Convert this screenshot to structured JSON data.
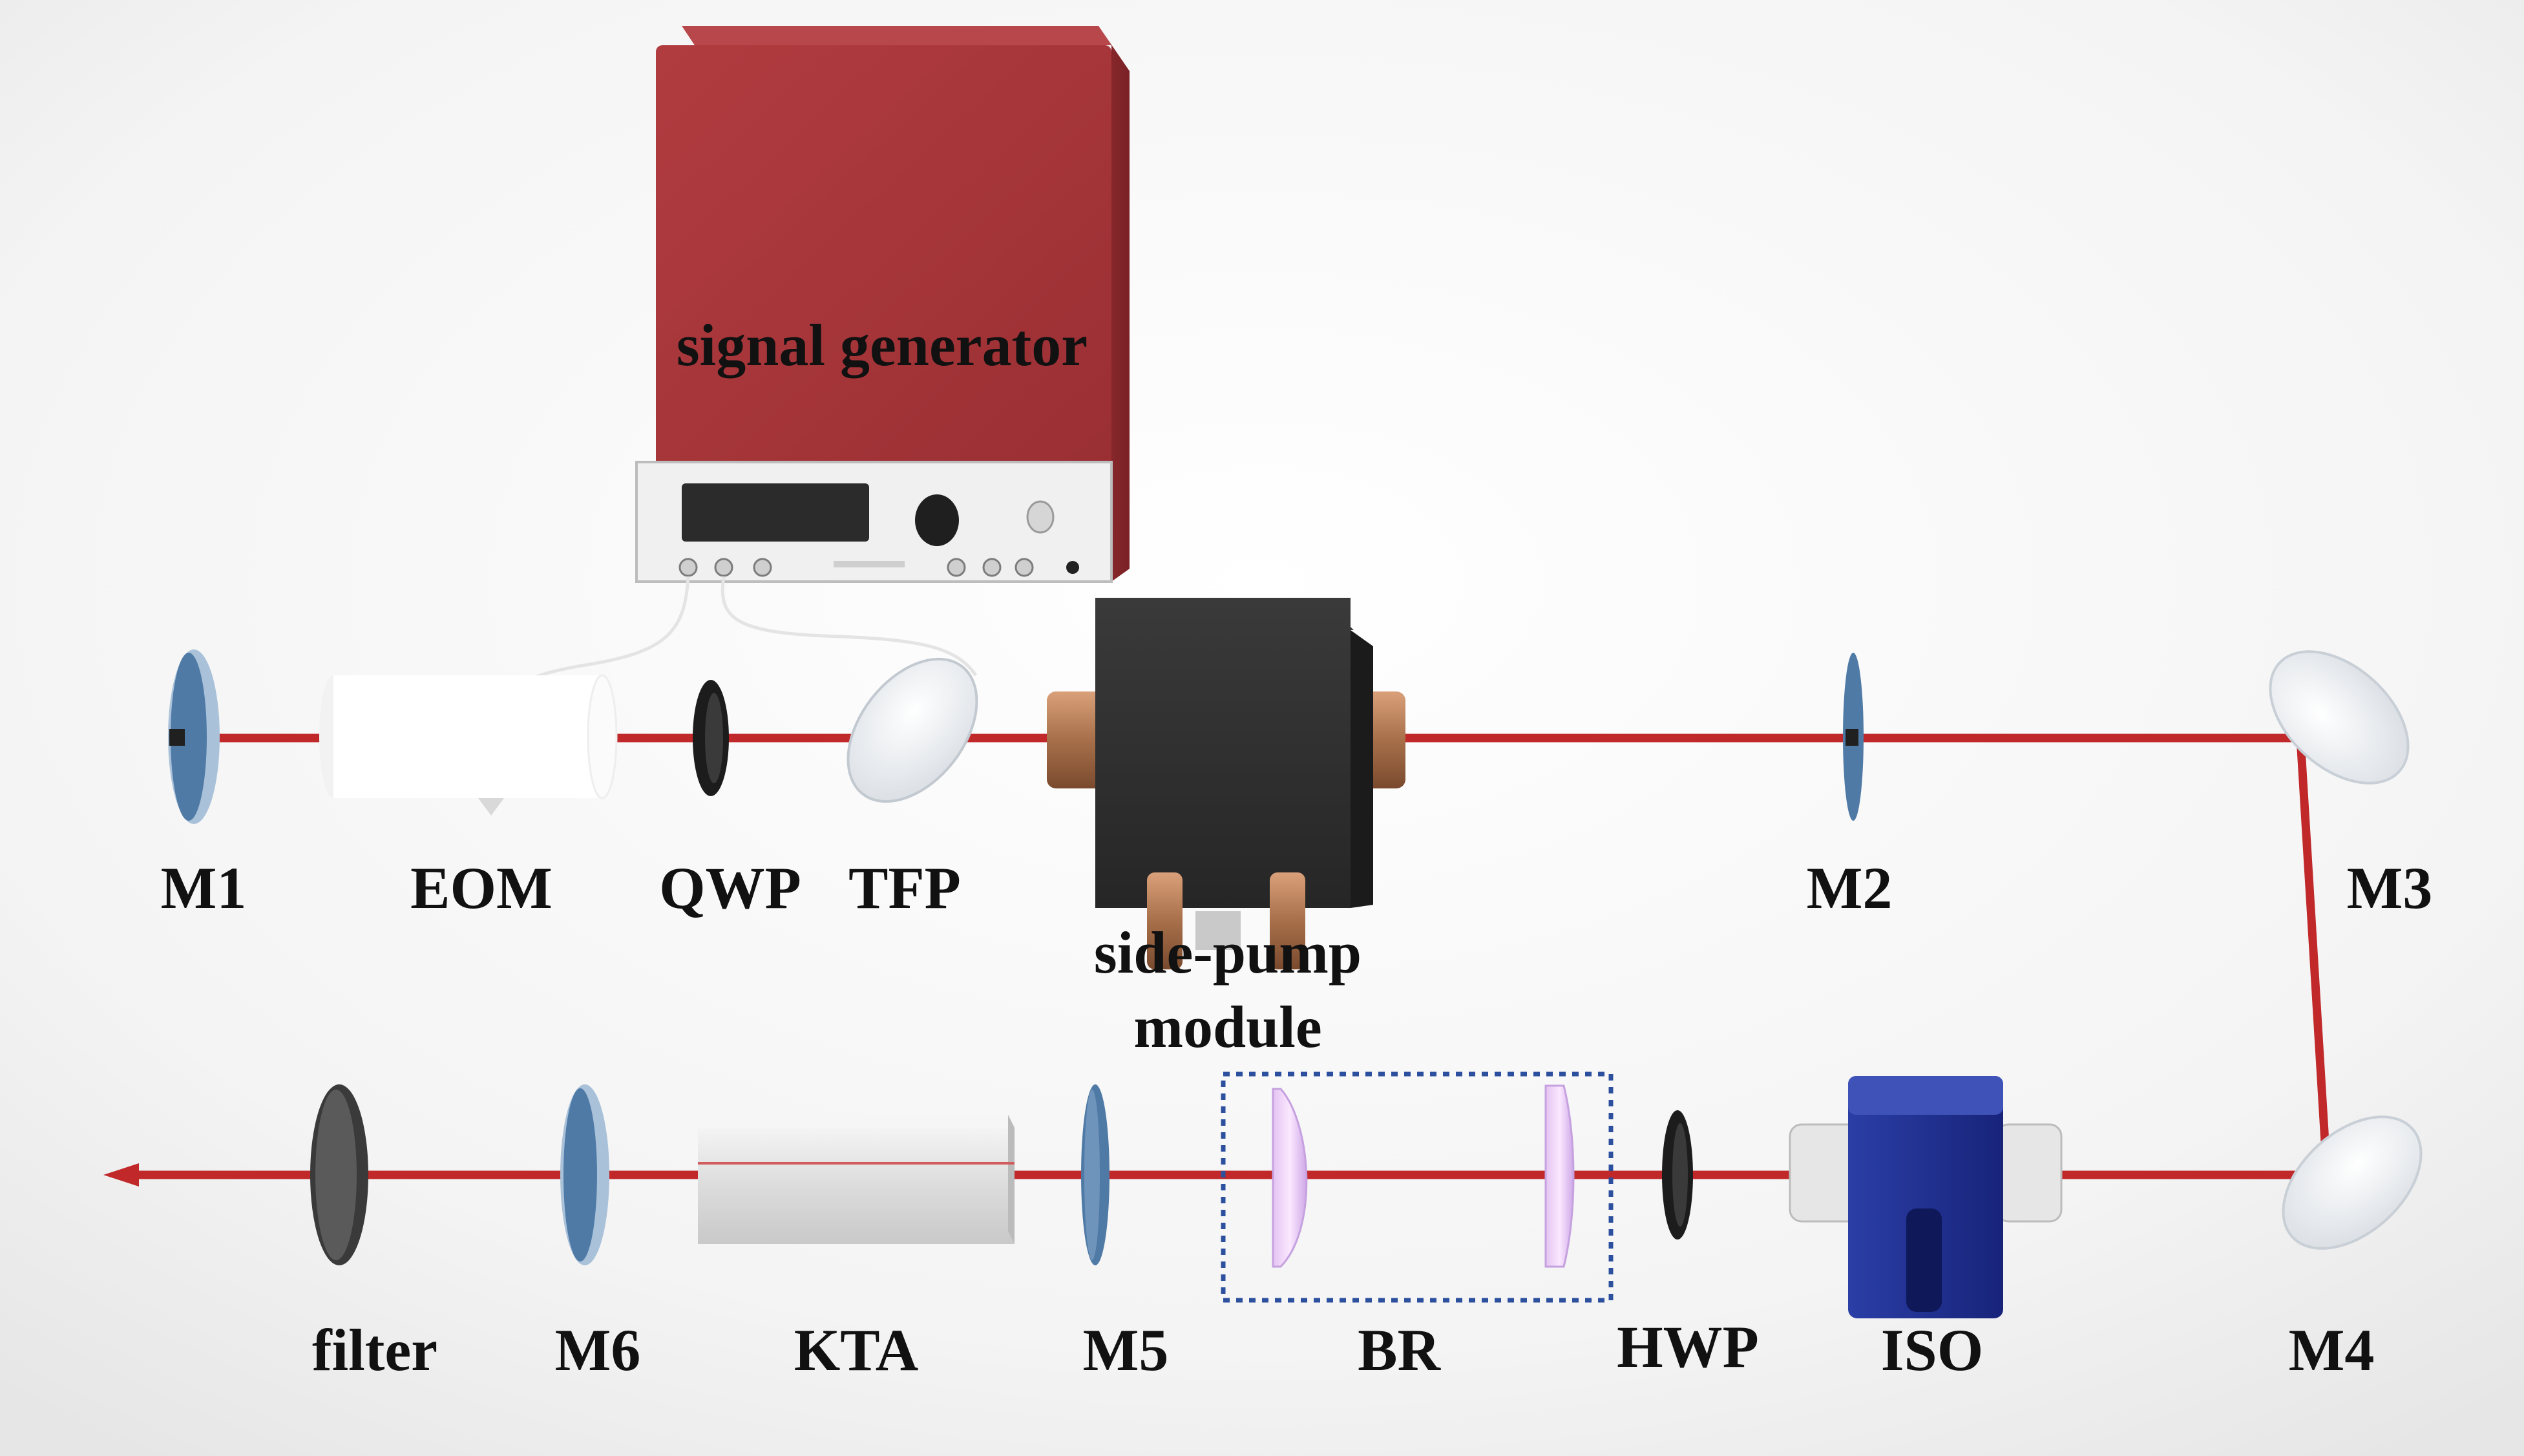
{
  "labels": {
    "signal_generator": "signal generator",
    "m1": "M1",
    "eom": "EOM",
    "qwp": "QWP",
    "tfp": "TFP",
    "side_pump_line1": "side-pump",
    "side_pump_line2": "module",
    "m2": "M2",
    "m3": "M3",
    "m4": "M4",
    "iso": "ISO",
    "hwp": "HWP",
    "br": "BR",
    "m5": "M5",
    "kta": "KTA",
    "m6": "M6",
    "filter": "filter"
  },
  "colors": {
    "beam": "#c0282a",
    "generator_body": "#a7363a",
    "generator_panel": "#f2f2f2",
    "pump_module": "#2b2b2b",
    "copper": "#b07a55",
    "mirror_blue": "#4f7aa6",
    "isolator_blue": "#1e2f8c",
    "br_box": "#2c4f9e"
  }
}
